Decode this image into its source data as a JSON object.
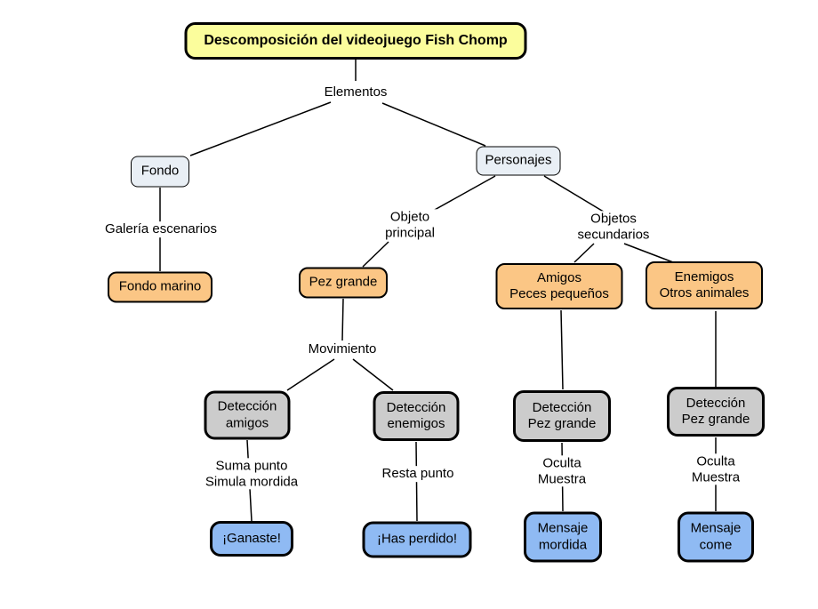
{
  "diagram": {
    "title": "Descomposición del videojuego Fish Chomp",
    "nodes": {
      "fondo": "Fondo",
      "personajes": "Personajes",
      "fondo_marino": "Fondo marino",
      "pez_grande": "Pez grande",
      "amigos": "Amigos\nPeces pequeños",
      "enemigos": "Enemigos\nOtros animales",
      "deteccion_amigos": "Detección\namigos",
      "deteccion_enemigos": "Detección\nenemigos",
      "deteccion_pez_grande_izq": "Detección\nPez grande",
      "deteccion_pez_grande_der": "Detección\nPez grande",
      "ganaste": "¡Ganaste!",
      "has_perdido": "¡Has perdido!",
      "mensaje_mordida": "Mensaje\nmordida",
      "mensaje_come": "Mensaje\ncome"
    },
    "edge_labels": {
      "elementos": "Elementos",
      "galeria_escenarios": "Galería escenarios",
      "objeto_principal": "Objeto\nprincipal",
      "objetos_secundarios": "Objetos\nsecundarios",
      "movimiento": "Movimiento",
      "suma_punto": "Suma punto\nSimula mordida",
      "resta_punto": "Resta punto",
      "oculta_muestra_izq": "Oculta\nMuestra",
      "oculta_muestra_der": "Oculta\nMuestra"
    },
    "colors": {
      "background": "#FFFFFF",
      "border": "#000000",
      "title_fill": "#FBFD9C",
      "node_fill_light": "#E9EFF5",
      "node_fill_orange": "#FBC685",
      "node_fill_gray": "#CCCCCC",
      "node_fill_blue": "#8FBAF3"
    }
  }
}
